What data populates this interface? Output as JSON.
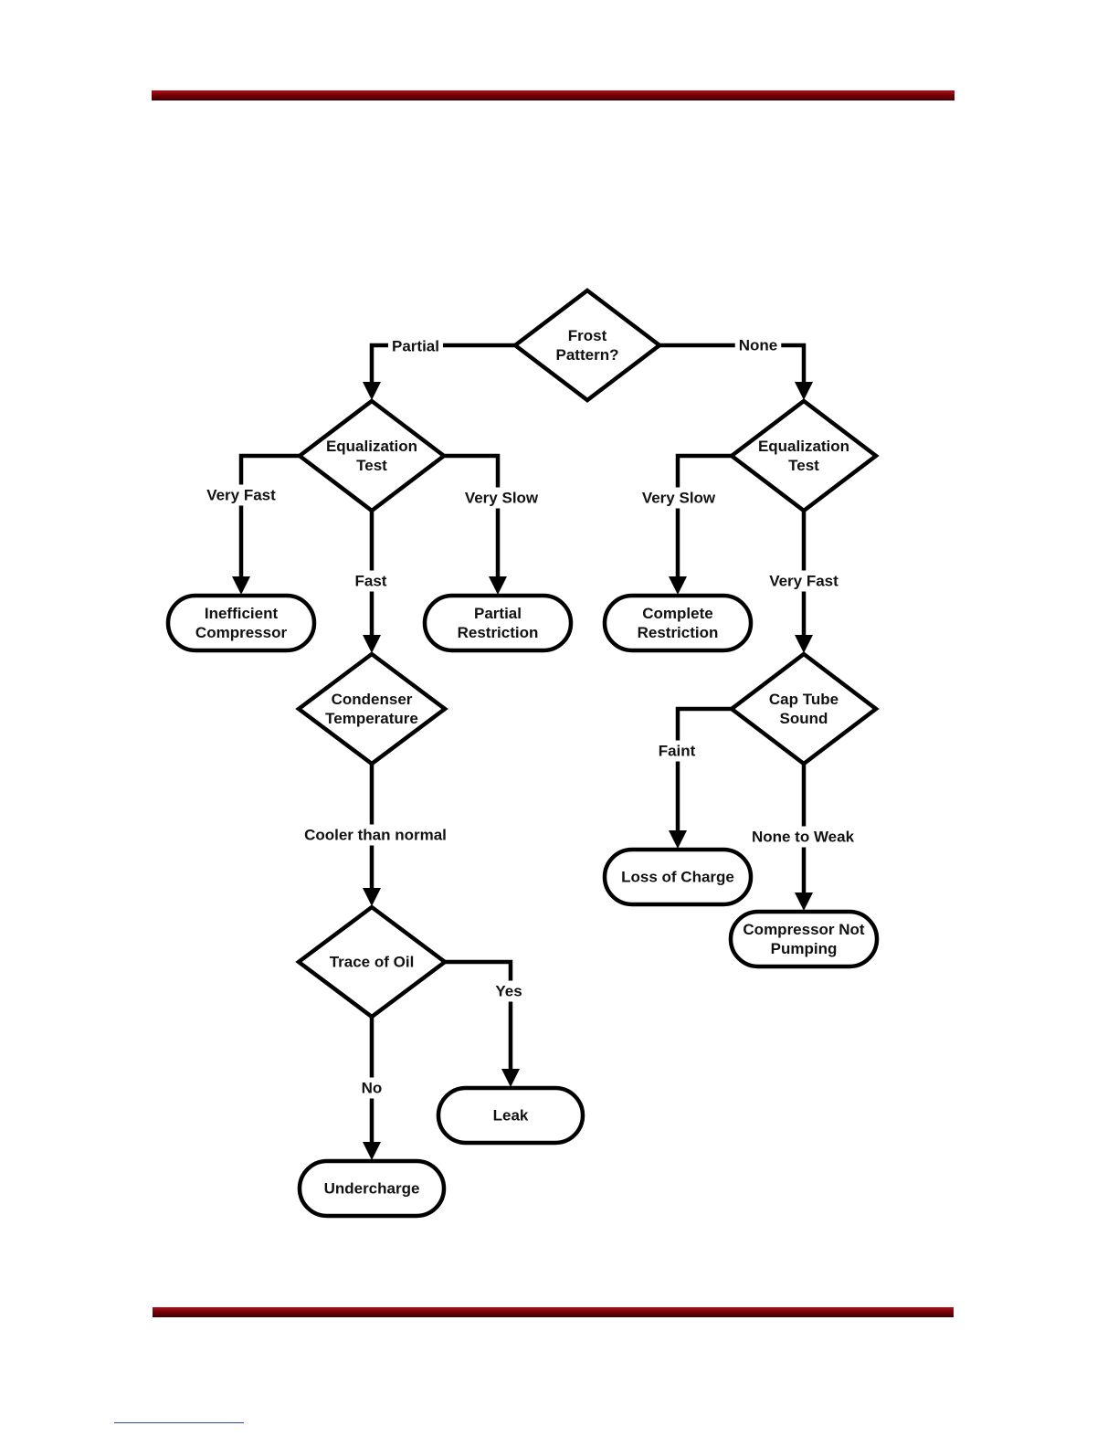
{
  "nodes": {
    "frost": {
      "lines": [
        "Frost",
        "Pattern?"
      ],
      "shape": "decision"
    },
    "eq_left": {
      "lines": [
        "Equalization",
        "Test"
      ],
      "shape": "decision"
    },
    "eq_right": {
      "lines": [
        "Equalization",
        "Test"
      ],
      "shape": "decision"
    },
    "inefficient": {
      "lines": [
        "Inefficient",
        "Compressor"
      ],
      "shape": "terminal"
    },
    "partial_restriction": {
      "lines": [
        "Partial",
        "Restriction"
      ],
      "shape": "terminal"
    },
    "complete_restriction": {
      "lines": [
        "Complete",
        "Restriction"
      ],
      "shape": "terminal"
    },
    "condenser": {
      "lines": [
        "Condenser",
        "Temperature"
      ],
      "shape": "decision"
    },
    "cap_tube": {
      "lines": [
        "Cap Tube",
        "Sound"
      ],
      "shape": "decision"
    },
    "loss_charge": {
      "lines": [
        "Loss of Charge"
      ],
      "shape": "terminal"
    },
    "compressor_not_pumping": {
      "lines": [
        "Compressor Not",
        "Pumping"
      ],
      "shape": "terminal"
    },
    "trace_oil": {
      "lines": [
        "Trace of Oil"
      ],
      "shape": "decision"
    },
    "leak": {
      "lines": [
        "Leak"
      ],
      "shape": "terminal"
    },
    "undercharge": {
      "lines": [
        "Undercharge"
      ],
      "shape": "terminal"
    }
  },
  "edges": [
    {
      "from": "frost",
      "to": "eq_left",
      "label": "Partial"
    },
    {
      "from": "frost",
      "to": "eq_right",
      "label": "None"
    },
    {
      "from": "eq_left",
      "to": "inefficient",
      "label": "Very Fast"
    },
    {
      "from": "eq_left",
      "to": "partial_restriction",
      "label": "Very Slow"
    },
    {
      "from": "eq_left",
      "to": "condenser",
      "label": "Fast"
    },
    {
      "from": "eq_right",
      "to": "complete_restriction",
      "label": "Very Slow"
    },
    {
      "from": "eq_right",
      "to": "cap_tube",
      "label": "Very Fast"
    },
    {
      "from": "condenser",
      "to": "trace_oil",
      "label": "Cooler than normal"
    },
    {
      "from": "cap_tube",
      "to": "loss_charge",
      "label": "Faint"
    },
    {
      "from": "cap_tube",
      "to": "compressor_not_pumping",
      "label": "None to Weak"
    },
    {
      "from": "trace_oil",
      "to": "leak",
      "label": "Yes"
    },
    {
      "from": "trace_oil",
      "to": "undercharge",
      "label": "No"
    }
  ],
  "colors": {
    "rule": "#7a0008",
    "stroke": "#000000",
    "footnote_line": "#2b4aa8"
  }
}
